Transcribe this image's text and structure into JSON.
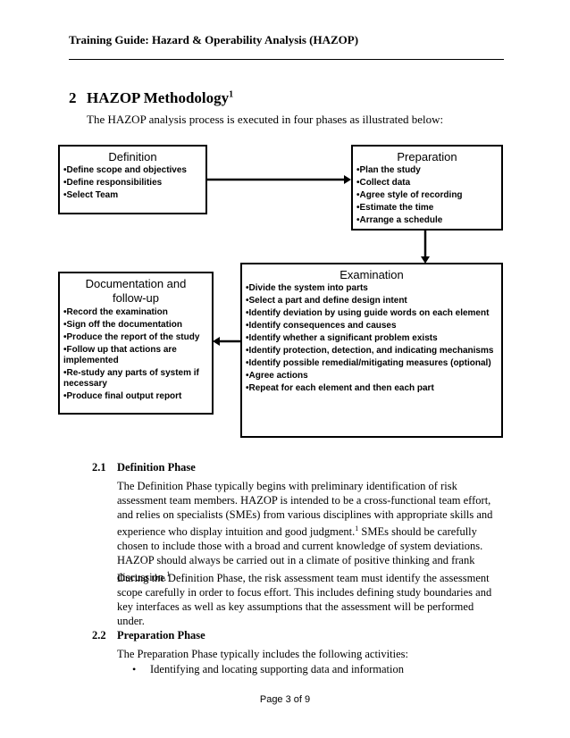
{
  "header": {
    "title": "Training Guide:  Hazard & Operability Analysis (HAZOP)"
  },
  "section": {
    "number": "2",
    "title": "HAZOP Methodology",
    "title_sup": "1",
    "intro": "The HAZOP analysis process is executed in four phases as illustrated below:"
  },
  "diagram": {
    "definition": {
      "title": "Definition",
      "items": [
        "•Define scope and objectives",
        "•Define responsibilities",
        "•Select Team"
      ]
    },
    "preparation": {
      "title": "Preparation",
      "items": [
        "•Plan the study",
        "•Collect data",
        "•Agree style of recording",
        "•Estimate the time",
        "•Arrange a schedule"
      ]
    },
    "examination": {
      "title": "Examination",
      "items": [
        "•Divide the system into parts",
        "•Select a part and define design intent",
        "•Identify deviation by using guide words on each element",
        "•Identify consequences and causes",
        "•Identify whether a significant problem exists",
        "•Identify protection, detection, and indicating mechanisms",
        "•Identify possible remedial/mitigating measures (optional)",
        "•Agree actions",
        "•Repeat for each element and then each part"
      ]
    },
    "documentation": {
      "title_line1": "Documentation and",
      "title_line2": "follow-up",
      "items": [
        "•Record the examination",
        "•Sign off the documentation",
        "•Produce the report of the study",
        "•Follow up that actions are implemented",
        "•Re-study any parts of system if necessary",
        "•Produce final output report"
      ]
    }
  },
  "sub1": {
    "number": "2.1",
    "title": "Definition Phase",
    "p1a": "The Definition Phase typically begins with preliminary identification of risk assessment team members.  HAZOP is intended to be a cross-functional team effort, and relies on specialists (SMEs) from various disciplines with appropriate skills and experience who display intuition and good judgment.",
    "p1_sup1": "1",
    "p1b": "  SMEs should be carefully chosen to include those with a broad and current knowledge of system deviations. HAZOP should always be carried out in a climate of positive thinking and frank discussion.",
    "p1_sup2": "1",
    "p2": "During the Definition Phase, the risk assessment team must identify the assessment scope carefully in order to focus effort.  This includes defining study boundaries and key interfaces as well as key assumptions that the assessment will be performed under."
  },
  "sub2": {
    "number": "2.2",
    "title": "Preparation Phase",
    "p1": "The Preparation Phase typically includes the following activities:",
    "bullet": "•",
    "bullet1": "Identifying and locating supporting data and information"
  },
  "footer": {
    "page": "Page 3 of 9"
  }
}
